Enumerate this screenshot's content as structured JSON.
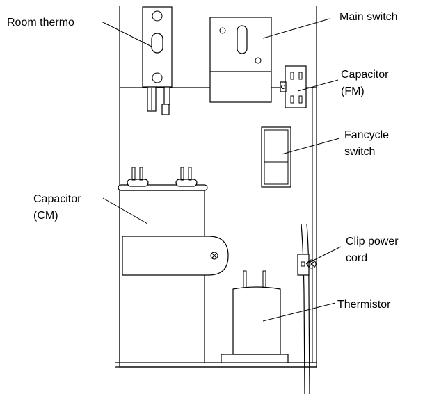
{
  "labels": {
    "room_thermo": "Room thermo",
    "main_switch": "Main switch",
    "capacitor_fm_1": "Capacitor",
    "capacitor_fm_2": "(FM)",
    "fancycle_1": "Fancycle",
    "fancycle_2": "switch",
    "capacitor_cm_1": "Capacitor",
    "capacitor_cm_2": "(CM)",
    "clip_1": "Clip power",
    "clip_2": "cord",
    "thermistor": "Thermistor"
  },
  "colors": {
    "line": "#000000",
    "background": "#ffffff"
  },
  "symbols": {
    "screw": "⊗"
  }
}
